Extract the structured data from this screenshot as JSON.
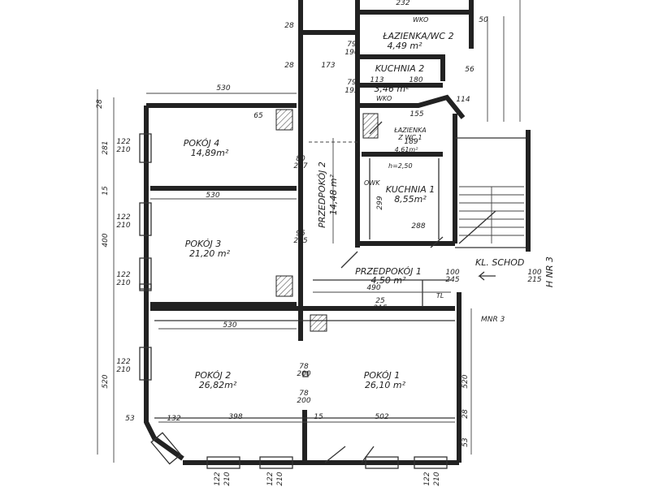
{
  "rooms": {
    "pokoj4": {
      "name": "POKÓJ 4",
      "area": "14,89m²"
    },
    "pokoj3": {
      "name": "POKÓJ 3",
      "area": "21,20 m²"
    },
    "pokoj2": {
      "name": "POKÓJ 2",
      "area": "26,82m²"
    },
    "pokoj1": {
      "name": "POKÓJ 1",
      "area": "26,10 m²"
    },
    "kuchnia1": {
      "name": "KUCHNIA 1",
      "area": "8,55m²"
    },
    "kuchnia2": {
      "name": "KUCHNIA 2",
      "area": "3,46 m²"
    },
    "lazienka2": {
      "name": "ŁAZIENKA/WC 2",
      "area": "4,49 m²"
    },
    "lazienka1": {
      "name": "ŁAZIENKA",
      "name2": "Z WC 1",
      "area": "4,61m²"
    },
    "przedpokoj2": {
      "name": "PRZEDPOKÓJ 2",
      "area": "14,48 m²"
    },
    "przedpokoj1": {
      "name": "PRZEDPOKÓJ 1",
      "area": "4,50 m²"
    },
    "klatka": {
      "name": "KL. SCHOD"
    }
  },
  "labels": {
    "hnr3": "H NR 3",
    "mnr3": "MNR 3",
    "wko_top": "WKO",
    "wko_mid": "WKO",
    "owk": "OWK",
    "h250": "h=2,50",
    "tl": "TL"
  },
  "dims": {
    "d530_top": "530",
    "d530_mid": "530",
    "d530_low": "530",
    "d490": "490",
    "d398": "398",
    "d502": "502",
    "d15": "15",
    "d132": "132",
    "d53": "53",
    "d288": "288",
    "d299": "299",
    "d173": "173",
    "d28a": "28",
    "d28b": "28",
    "d113": "113",
    "d180": "180",
    "d155": "155",
    "d189": "189",
    "d114": "114",
    "d56": "56",
    "d50": "50",
    "d232": "232",
    "d65": "65",
    "d80_207": [
      "80",
      "207"
    ],
    "d95_215": [
      "95",
      "215"
    ],
    "d78_200a": [
      "78",
      "200"
    ],
    "d78_200b": [
      "78",
      "200"
    ],
    "d100_245": [
      "100",
      "245"
    ],
    "d100_215": [
      "100",
      "215"
    ],
    "d25_215": [
      "25",
      "215"
    ],
    "d79_196": [
      "79",
      "196"
    ],
    "d79_195": [
      "79",
      "195"
    ],
    "d122_210a": [
      "122",
      "210"
    ],
    "d122_210b": [
      "122",
      "210"
    ],
    "d122_210c": [
      "122",
      "210"
    ],
    "d122_210d": [
      "122",
      "210"
    ],
    "d122_210e": [
      "122",
      "210"
    ],
    "d122_210f": [
      "122",
      "210"
    ],
    "d122_210g": [
      "122",
      "210"
    ],
    "left_281": "281",
    "left_15": "15",
    "left_400": "400",
    "left_520": "520",
    "left_28": "28",
    "right_520": "520",
    "right_28": "28",
    "right_53": "53"
  }
}
